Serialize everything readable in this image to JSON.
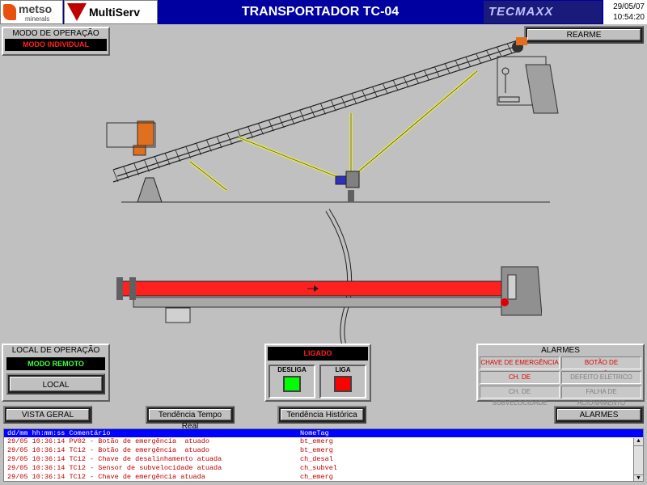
{
  "header": {
    "logo_metso_line1": "metso",
    "logo_metso_line2": "minerals",
    "logo_multiserv": "MultiServ",
    "title": "TRANSPORTADOR TC-04",
    "logo_tecmaxx": "TECMAXX",
    "date": "29/05/07",
    "time": "10:54:20"
  },
  "mode_panel": {
    "title": "MODO DE OPERAÇÃO",
    "value": "MODO INDIVIDUAL"
  },
  "rearme_label": "REARME",
  "local_panel": {
    "title": "LOCAL DE OPERAÇÃO",
    "value": "MODO REMOTO",
    "local_button": "LOCAL"
  },
  "motor_panel": {
    "status": "LIGADO",
    "off_label": "DESLIGA",
    "on_label": "LIGA"
  },
  "alarm_panel": {
    "title": "ALARMES",
    "cells": [
      {
        "label": "CHAVE DE EMERGÊNCIA",
        "active": true
      },
      {
        "label": "BOTÃO DE EMERGÊNCIA",
        "active": true
      },
      {
        "label": "CH. DE DESALINHAMENTO",
        "active": true
      },
      {
        "label": "DEFEITO ELÉTRICO",
        "active": false
      },
      {
        "label": "CH. DE SUBVELOCIDADE",
        "active": false
      },
      {
        "label": "FALHA DE ACIONAMENTO",
        "active": false
      }
    ]
  },
  "nav": {
    "vista_geral": "VISTA GERAL",
    "tendencia_real": "Tendência Tempo Real",
    "tendencia_hist": "Tendência Histórica",
    "alarmes": "ALARMES"
  },
  "log": {
    "header_comment": "dd/mm hh:mm:ss Comentário",
    "header_tag": "NomeTag",
    "rows": [
      {
        "text": "29/05 10:36:14 PV02 - Botão de emergência  atuado",
        "tag": "bt_emerg"
      },
      {
        "text": "29/05 10:36:14 TC12 - Botão de emergência  atuado",
        "tag": "bt_emerg"
      },
      {
        "text": "29/05 10:36:14 TC12 - Chave de desalinhamento atuada",
        "tag": "ch_desal"
      },
      {
        "text": "29/05 10:36:14 TC12 - Sensor de subvelocidade atuada",
        "tag": "ch_subvel"
      },
      {
        "text": "29/05 10:36:14 TC12 - Chave de emergência atuada",
        "tag": "ch_emerg"
      }
    ]
  },
  "colors": {
    "header_bg": "#0000a0",
    "belt_red": "#ff2020",
    "status_green": "#00ff00",
    "status_red": "#ff0000",
    "log_header": "#0000ff"
  }
}
